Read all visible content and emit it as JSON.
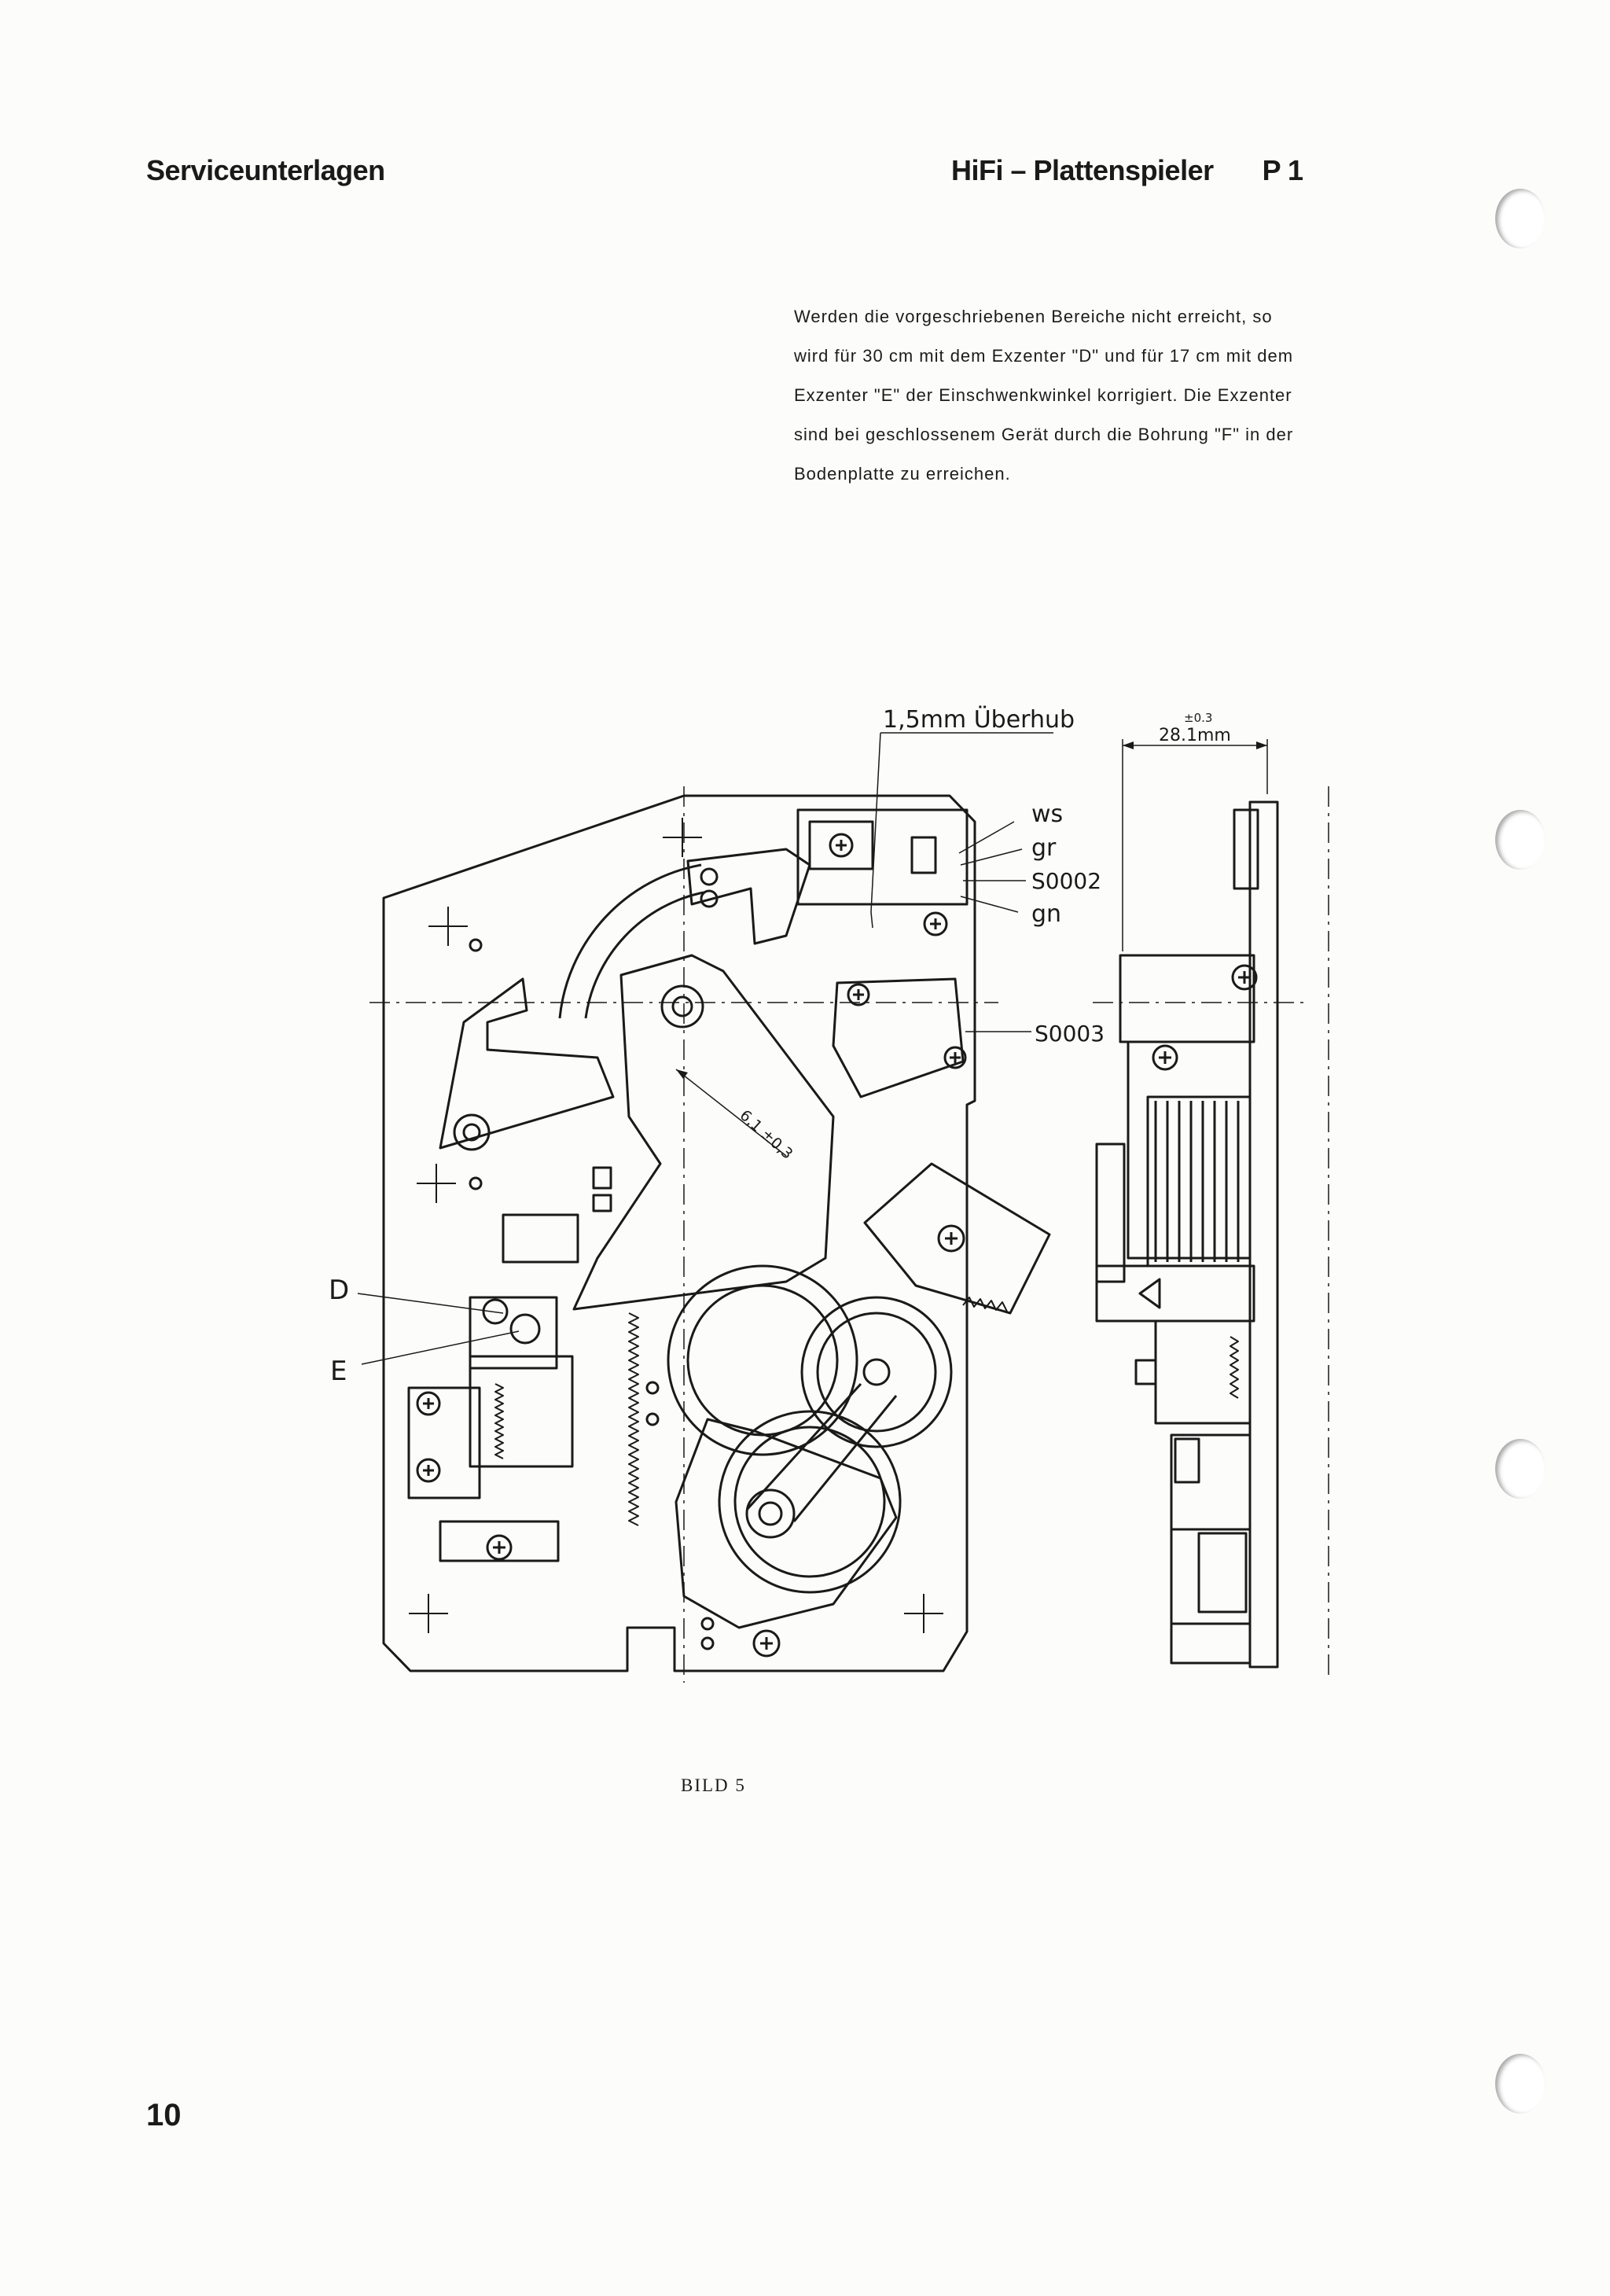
{
  "header": {
    "left": "Serviceunterlagen",
    "right_title": "HiFi – Plattenspieler",
    "right_model": "P 1"
  },
  "body_lines": [
    "Werden die vorgeschriebenen Bereiche nicht erreicht, so",
    "wird für 30 cm mit dem Exzenter \"D\" und für 17 cm mit dem",
    "Exzenter \"E\" der Einschwenkwinkel korrigiert. Die Exzenter",
    "sind bei geschlossenem Gerät durch die Bohrung \"F\" in der",
    "Bodenplatte zu erreichen."
  ],
  "figure": {
    "overtravel": "1,5mm Überhub",
    "dim_value": "28.1mm",
    "dim_tol": "±0.3",
    "dim_angle": "6,1 ±0,3",
    "wire_ws": "ws",
    "wire_gr": "gr",
    "switch_1": "S0002",
    "wire_gn": "gn",
    "switch_2": "S0003",
    "eccentric_d": "D",
    "eccentric_e": "E"
  },
  "caption": "BILD 5",
  "page_number": "10"
}
